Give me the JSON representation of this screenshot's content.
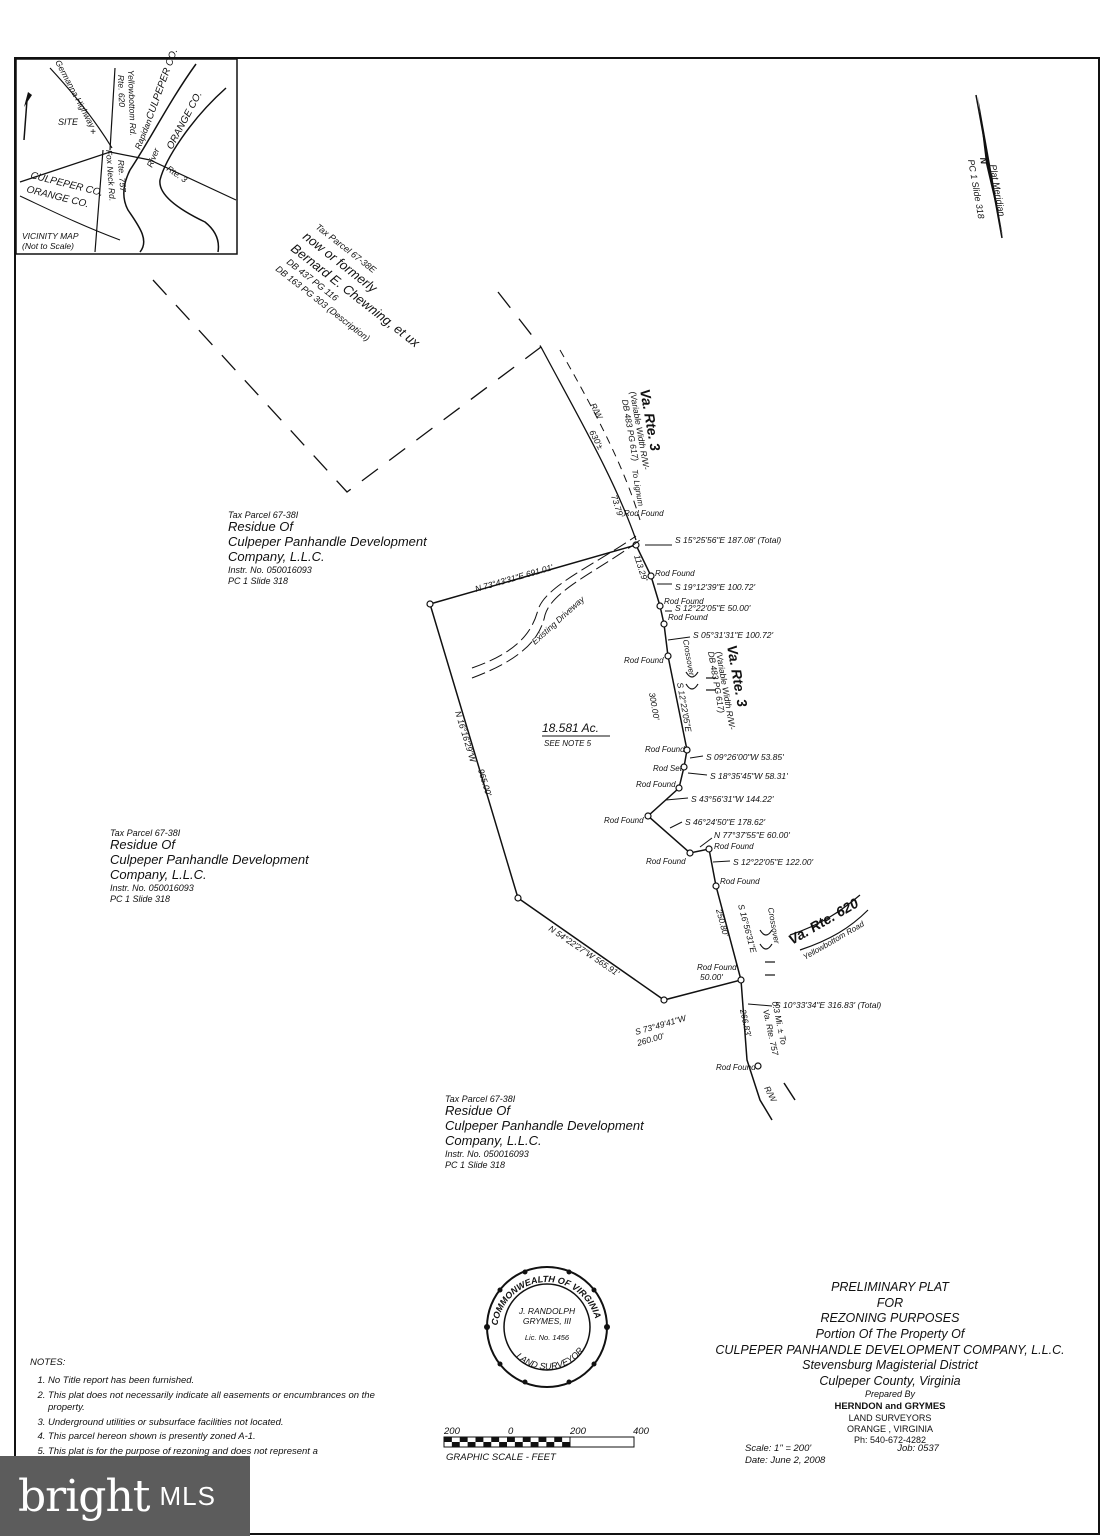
{
  "vicinity_map": {
    "title": "VICINITY MAP",
    "subtitle": "(Not to Scale)",
    "labels": {
      "germanna": "Germanna Highway",
      "rte620": "Rte. 620",
      "yellowbottom": "Yellowbottom Rd.",
      "culpeper_ne": "CULPEPER CO.",
      "orange_ne": "ORANGE CO.",
      "site": "SITE",
      "rapidan": "Rapidan",
      "river": "River",
      "fox_neck": "Fox Neck Rd.",
      "rte757": "Rte. 757",
      "rte3": "Rte. 3",
      "culpeper_sw": "CULPEPER CO.",
      "orange_sw": "ORANGE CO."
    }
  },
  "meridian": {
    "label": "Plat Meridian",
    "ref": "PC 1 Slide 318",
    "n": "N"
  },
  "parcels": {
    "north": {
      "tax": "Tax Parcel 67-38E",
      "status": "now or formerly",
      "owner": "Bernard E. Chewning, et ux",
      "db1": "DB 437 PG 116",
      "db2": "DB 163 PG 303 (Description)"
    },
    "top": {
      "tax": "Tax Parcel 67-38I",
      "line1": "Residue Of",
      "line2": "Culpeper Panhandle Development",
      "line3": "Company, L.L.C.",
      "instr": "Instr. No. 050016093",
      "pc": "PC 1 Slide 318"
    },
    "west": {
      "tax": "Tax Parcel 67-38I",
      "line1": "Residue Of",
      "line2": "Culpeper Panhandle Development",
      "line3": "Company, L.L.C.",
      "instr": "Instr. No. 050016093",
      "pc": "PC 1    Slide 318"
    },
    "south": {
      "tax": "Tax Parcel 67-38I",
      "line1": "Residue Of",
      "line2": "Culpeper Panhandle Development",
      "line3": "Company, L.L.C.",
      "instr": "Instr. No. 050016093",
      "pc": "PC 1    Slide 318"
    }
  },
  "road": {
    "name_top": "Va. Rte. 3",
    "width_top": "(Variable Width R/W-",
    "db_top": "DB 483 PG 617)",
    "to_lignum": "To Lignum",
    "rw": "R/W",
    "dist630": "630'±",
    "name_mid": "Va. Rte. 3",
    "width_mid": "(Variable Width R/W-",
    "db_mid": "DB 483 PG 617)",
    "rte620": "Va. Rte. 620",
    "yellowbottom": "Yellowbottom Road",
    "to_757_a": "0.3 Mi. ± To",
    "to_757_b": "Va. Rte. 757",
    "rw_bottom": "R/W"
  },
  "calls": {
    "c1": "S 15°25'56\"E 187.08' (Total)",
    "c2": "S 19°12'39\"E 100.72'",
    "c3": "S 12°22'05\"E 50.00'",
    "c4": "S 05°31'31\"E 100.72'",
    "c5_dist": "300.00'",
    "c5_brg": "S 12°22'05\"E",
    "c6": "S 09°26'00\"W 53.85'",
    "c7": "S 18°35'45\"W 58.31'",
    "c8": "S 43°56'31\"W 144.22'",
    "c9": "S 46°24'50\"E 178.62'",
    "c10": "N 77°37'55\"E 60.00'",
    "c11": "S 12°22'05\"E 122.00'",
    "c12_brg": "S 16°56'31\"E",
    "c12_dist": "250.80'",
    "c13": "50.00'",
    "c14": "S 10°33'34\"E 316.83' (Total)",
    "c15": "266.83'",
    "seg73_79": "73.79'",
    "seg113_29": "113.29'",
    "north_line": "N 73°43'31\"E 691.01'",
    "west_line_brg": "N 16°16'29\"W",
    "west_line_dist": "965.00'",
    "sw_line": "N 54°22'27\"W 565.91'",
    "s_line_brg": "S 73°49'41\"W",
    "s_line_dist": "260.00'"
  },
  "monuments": {
    "found": "Rod Found",
    "set": "Rod Set"
  },
  "features": {
    "driveway": "Existing Driveway",
    "crossover": "Crossover",
    "acreage": "18.581 Ac.",
    "see_note": "SEE NOTE 5"
  },
  "seal": {
    "ring_top": "COMMONWEALTH OF VIRGINIA",
    "ring_bottom": "LAND SURVEYOR",
    "name1": "J. RANDOLPH",
    "name2": "GRYMES, III",
    "lic": "Lic. No. 1456"
  },
  "title_block": {
    "t1": "PRELIMINARY PLAT",
    "t2": "FOR",
    "t3": "REZONING PURPOSES",
    "t4": "Portion Of The Property Of",
    "t5": "CULPEPER PANHANDLE DEVELOPMENT COMPANY, L.L.C.",
    "t6": "Stevensburg Magisterial District",
    "t7": "Culpeper County, Virginia",
    "prepared": "Prepared By",
    "firm": "HERNDON and GRYMES",
    "firm2": "LAND SURVEYORS",
    "city": "ORANGE , VIRGINIA",
    "phone": "Ph: 540-672-4282",
    "scale": "Scale: 1\" = 200'",
    "job": "Job: 0537",
    "date": "Date: June 2, 2008"
  },
  "notes": {
    "heading": "NOTES:",
    "items": [
      "No Title report has been furnished.",
      "This plat does not necessarily indicate all easements or encumbrances on the property.",
      "Underground utilities or subsurface facilities not located.",
      "This parcel hereon shown is presently zoned A-1.",
      "This plat is for the purpose of rezoning and does not represent a"
    ]
  },
  "graphic_scale": {
    "t200a": "200",
    "t0": "0",
    "t200b": "200",
    "t400": "400",
    "label": "GRAPHIC SCALE - FEET"
  },
  "watermark": {
    "brand": "bright",
    "suffix": "MLS"
  }
}
